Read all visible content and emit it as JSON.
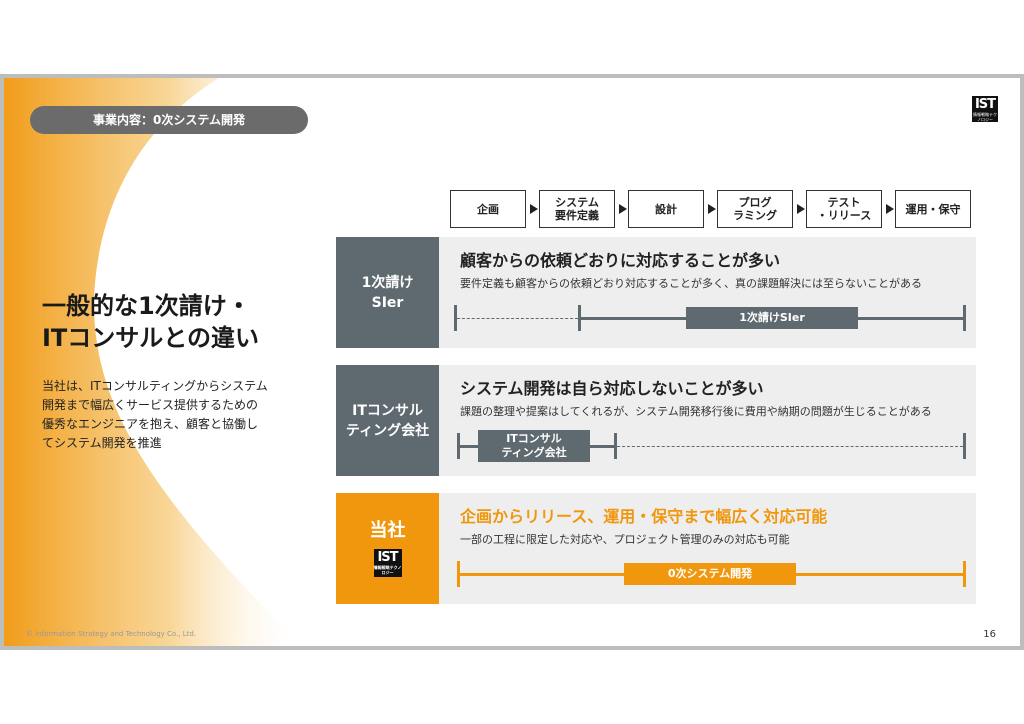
{
  "tag": "事業内容：0次システム開発",
  "logo": {
    "text": "IST",
    "sub": "情報戦略テクノロジー"
  },
  "headline": [
    "一般的な1次請け・",
    "ITコンサルとの違い"
  ],
  "description": [
    "当社は、ITコンサルティングからシステム",
    "開発まで幅広くサービス提供するための",
    "優秀なエンジニアを抱え、顧客と協働し",
    "てシステム開発を推進"
  ],
  "steps": [
    {
      "line1": "企画",
      "line2": ""
    },
    {
      "line1": "システム",
      "line2": "要件定義"
    },
    {
      "line1": "設計",
      "line2": ""
    },
    {
      "line1": "プログ",
      "line2": "ラミング"
    },
    {
      "line1": "テスト",
      "line2": "・リリース"
    },
    {
      "line1": "運用・保守",
      "line2": ""
    }
  ],
  "rows": [
    {
      "label1": "1次請け",
      "label2": "SIer",
      "title": "顧客からの依頼どおりに対応することが多い",
      "sub": "要件定義も顧客からの依頼どおり対応することが多く、真の課題解決には至らないことがある",
      "bar1": "1次請けSIer",
      "bar2": ""
    },
    {
      "label1": "ITコンサル",
      "label2": "ティング会社",
      "title": "システム開発は自ら対応しないことが多い",
      "sub": "課題の整理や提案はしてくれるが、システム開発移行後に費用や納期の問題が生じることがある",
      "bar1": "ITコンサル",
      "bar2": "ティング会社"
    },
    {
      "label1": "当社",
      "label2": "",
      "title": "企画からリリース、運用・保守まで幅広く対応可能",
      "sub": "一部の工程に限定した対応や、プロジェクト管理のみの対応も可能",
      "bar1": "0次システム開発",
      "bar2": ""
    }
  ],
  "footer": "© Information Strategy and Technology Co., Ltd.",
  "page_number": "16",
  "colors": {
    "accent": "#f0970d",
    "slate": "#5f6a70",
    "panel": "#eeeeee"
  }
}
